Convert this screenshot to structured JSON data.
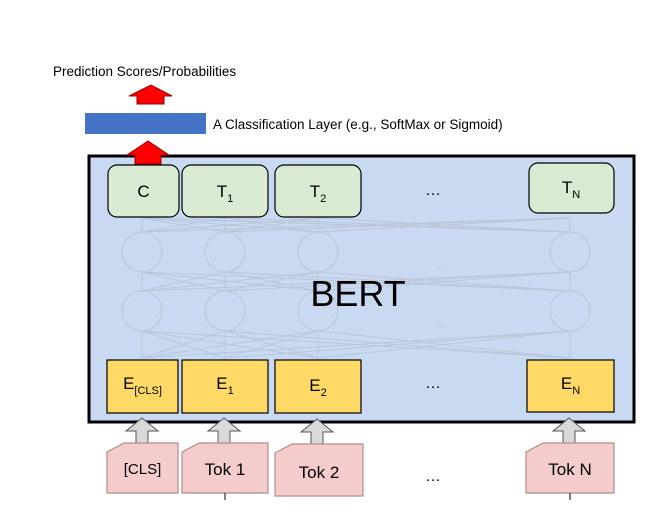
{
  "header": {
    "output_label": "Prediction Scores/Probabilities",
    "classifier_label": "A Classification Layer (e.g., SoftMax or Sigmoid)"
  },
  "model": {
    "name": "BERT"
  },
  "outputs": [
    {
      "base": "C",
      "sub": ""
    },
    {
      "base": "T",
      "sub": "1"
    },
    {
      "base": "T",
      "sub": "2"
    },
    {
      "base": "…",
      "sub": ""
    },
    {
      "base": "T",
      "sub": "N"
    }
  ],
  "embeddings": [
    {
      "base": "E",
      "sub": "[CLS]"
    },
    {
      "base": "E",
      "sub": "1"
    },
    {
      "base": "E",
      "sub": "2"
    },
    {
      "base": "…",
      "sub": ""
    },
    {
      "base": "E",
      "sub": "N"
    }
  ],
  "tokens": [
    {
      "label": "[CLS]"
    },
    {
      "label": "Tok 1"
    },
    {
      "label": "Tok 2"
    },
    {
      "label": "…"
    },
    {
      "label": "Tok N"
    }
  ],
  "colors": {
    "bert_fill": "#c9d9f2",
    "output_fill": "#d9ead3",
    "embedding_fill": "#ffd966",
    "token_fill": "#f4cccc",
    "token_border": "#b28c8c",
    "classifier_bar": "#4472c4",
    "arrow_red": "#ff0000",
    "arrow_gray": "#d9d9d9"
  }
}
